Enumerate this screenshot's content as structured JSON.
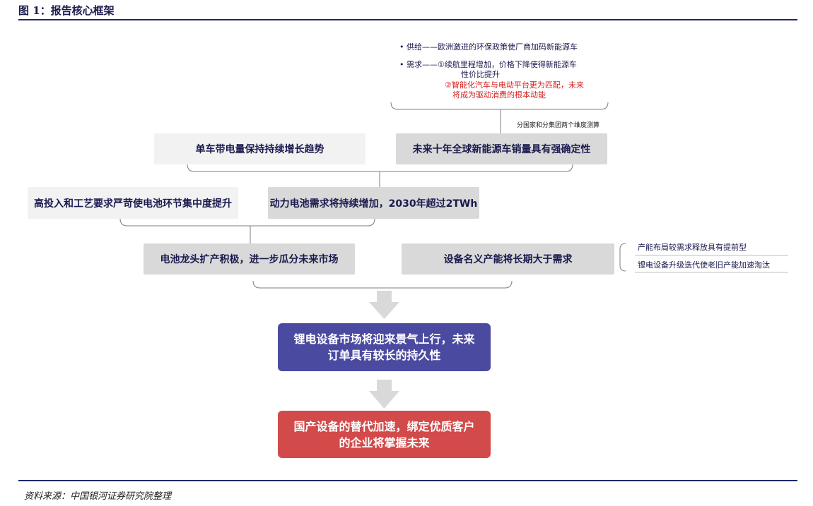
{
  "header": {
    "figure_title": "图 1：报告核心框架"
  },
  "drivers": {
    "supply": "• 供给——欧洲激进的环保政策使厂商加码新能源车",
    "demand_line1": "• 需求——①续航里程增加，价格下降使得新能源车",
    "demand_line2": "性价比提升",
    "demand_line3": "②智能化汽车与电动平台更为匹配，未来",
    "demand_line4": "将成为驱动消费的根本动能"
  },
  "notes": {
    "measure": "分国家和分集团两个维度测算",
    "capacity_release": "产能布局较需求释放具有提前型",
    "upgrade": "锂电设备升级迭代使老旧产能加速淘汰"
  },
  "boxes": {
    "single_car": "单车带电量保持持续增长趋势",
    "global_sales": "未来十年全球新能源车销量具有强确定性",
    "concentration": "高投入和工艺要求严苛使电池环节集中度提升",
    "battery_demand": "动力电池需求将持续增加，2030年超过2TWh",
    "battery_leaders": "电池龙头扩产积极，进一步瓜分未来市场",
    "capacity": "设备名义产能将长期大于需求",
    "market_line1": "锂电设备市场将迎来景气上行，未来",
    "market_line2": "订单具有较长的持久性",
    "domestic_line1": "国产设备的替代加速，绑定优质客户",
    "domestic_line2": "的企业将掌握未来"
  },
  "footer": {
    "source": "资料来源：中国银河证券研究院整理"
  },
  "colors": {
    "navy": "#1c2a6b",
    "purple": "#4b4aa1",
    "red": "#d24a4a",
    "light_gray": "#f2f2f2",
    "mid_gray": "#d9d9d9",
    "arrow_gray": "#d9d9d9"
  }
}
